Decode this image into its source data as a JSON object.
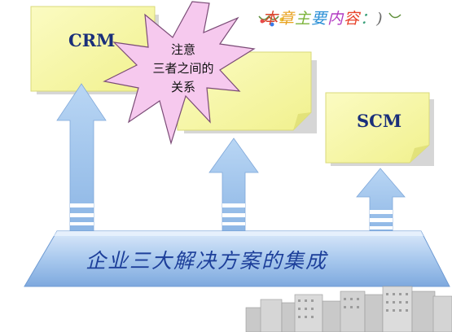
{
  "notes": {
    "crm": "CRM",
    "scm": "SCM"
  },
  "callout": {
    "line1": "注意",
    "line2": "三者之间的",
    "line3": "关系"
  },
  "platform": {
    "title": "企业三大解决方案的集成"
  },
  "header_deco": {
    "text": "本章主要内容：)"
  },
  "colors": {
    "note_fill": "#f7f7a8",
    "arrow_blue": "#9ec3ec",
    "star_pink": "#f6c9ee",
    "title_blue": "#1d3f9a"
  }
}
